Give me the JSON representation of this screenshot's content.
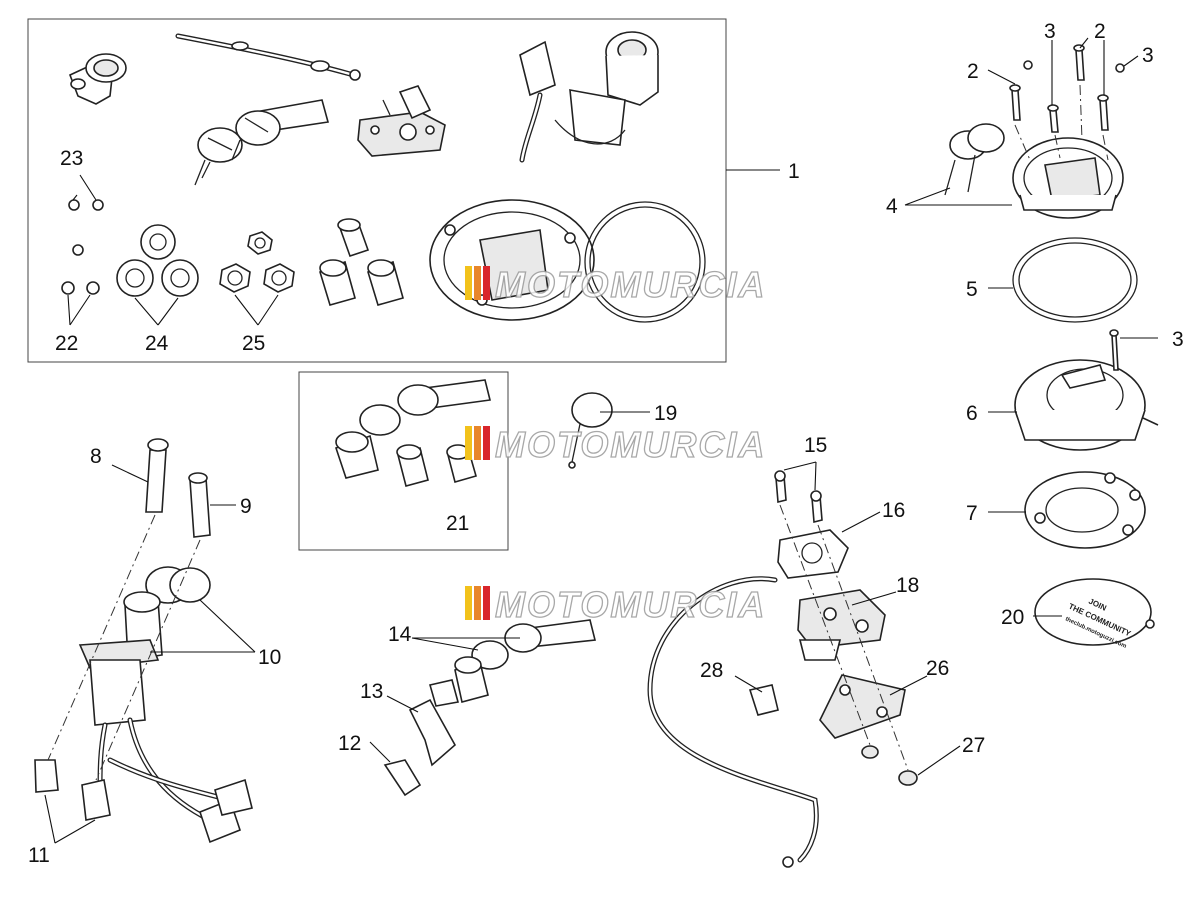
{
  "watermark": {
    "text": "MOTOMURCIA",
    "stripe_colors": [
      "#f2c21b",
      "#e8862a",
      "#d9262b"
    ]
  },
  "badge": {
    "line1": "JOIN",
    "line2": "THE COMMUNITY",
    "line3": "theclub.motoguzzi.com"
  },
  "callouts": {
    "n1": "1",
    "n2": "2",
    "n3": "3",
    "n4": "4",
    "n5": "5",
    "n6": "6",
    "n7": "7",
    "n8": "8",
    "n9": "9",
    "n10": "10",
    "n11": "11",
    "n12": "12",
    "n13": "13",
    "n14": "14",
    "n15": "15",
    "n16": "16",
    "n18": "18",
    "n19": "19",
    "n20": "20",
    "n21": "21",
    "n22": "22",
    "n23": "23",
    "n24": "24",
    "n25": "25",
    "n26": "26",
    "n27": "27",
    "n28": "28"
  }
}
